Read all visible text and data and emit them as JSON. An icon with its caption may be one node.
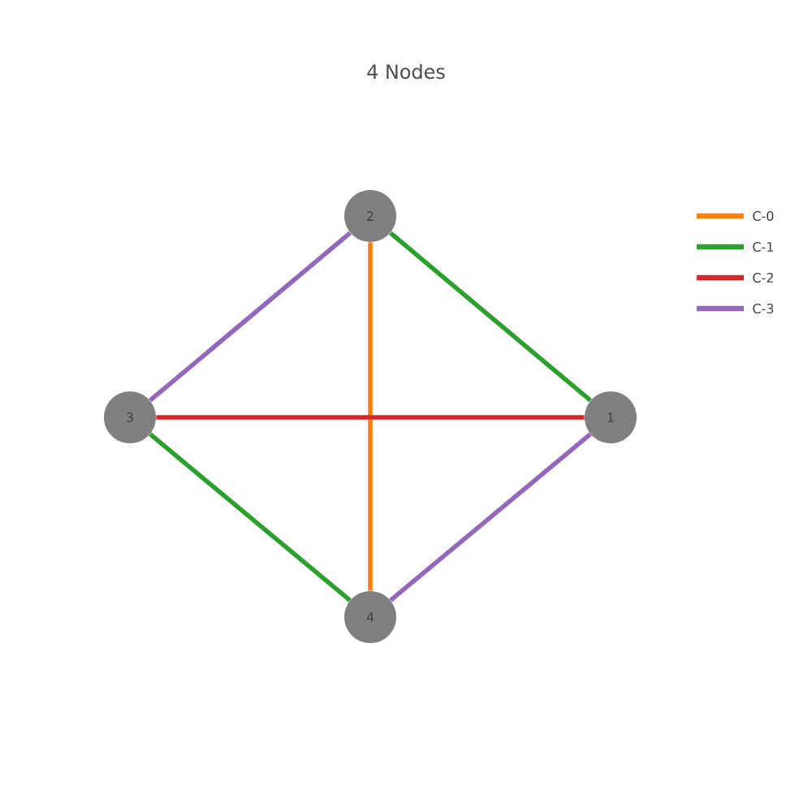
{
  "diagram": {
    "title": "4 Nodes",
    "nodes": [
      {
        "text": [
          "2"
        ]
      },
      {
        "text": [
          "3"
        ]
      },
      {
        "text": [
          "1"
        ]
      },
      {
        "text": [
          "4"
        ]
      }
    ],
    "edges": [
      {
        "from": 0,
        "to": 3,
        "arrow": "none",
        "color": "#ff7f0e"
      },
      {
        "from": 0,
        "to": 2,
        "arrow": "none",
        "color": "#2ca02c"
      },
      {
        "from": 1,
        "to": 3,
        "arrow": "none",
        "color": "#2ca02c"
      },
      {
        "from": 1,
        "to": 2,
        "arrow": "none",
        "color": "#d62728"
      },
      {
        "from": 1,
        "to": 0,
        "arrow": "none",
        "color": "#9467bd"
      },
      {
        "from": 2,
        "to": 3,
        "arrow": "none",
        "color": "#9467bd"
      }
    ],
    "legend": [
      {
        "text": "C-0",
        "color": "#ff7f0e"
      },
      {
        "text": "C-1",
        "color": "#2ca02c"
      },
      {
        "text": "C-2",
        "color": "#d62728"
      },
      {
        "text": "C-3",
        "color": "#9467bd"
      }
    ]
  }
}
